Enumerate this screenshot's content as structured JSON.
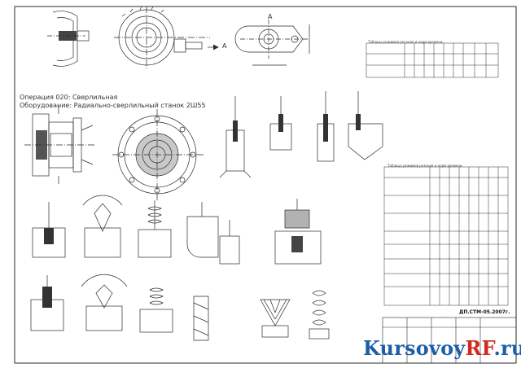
{
  "drawing": {
    "operation_title": "Операция 020: Сверлильная",
    "operation_subtitle": "Оборудование: Радиально-сверлильный станок 2Ш55",
    "document_code": "ДП.СТМ-05.2007г.",
    "view_label": "А",
    "arrow_label": "А"
  },
  "watermark": {
    "part1": "Kursovoy",
    "part2": "RF",
    "part3": ".ru"
  },
  "tables": {
    "top_title": "Таблица режимов резания и норм времени",
    "right_title": "Таблица режимов резания и норм времени"
  },
  "colors": {
    "line": "#2a2a2a",
    "brand_blue": "#1d5fa6",
    "brand_red": "#d12a1f"
  }
}
